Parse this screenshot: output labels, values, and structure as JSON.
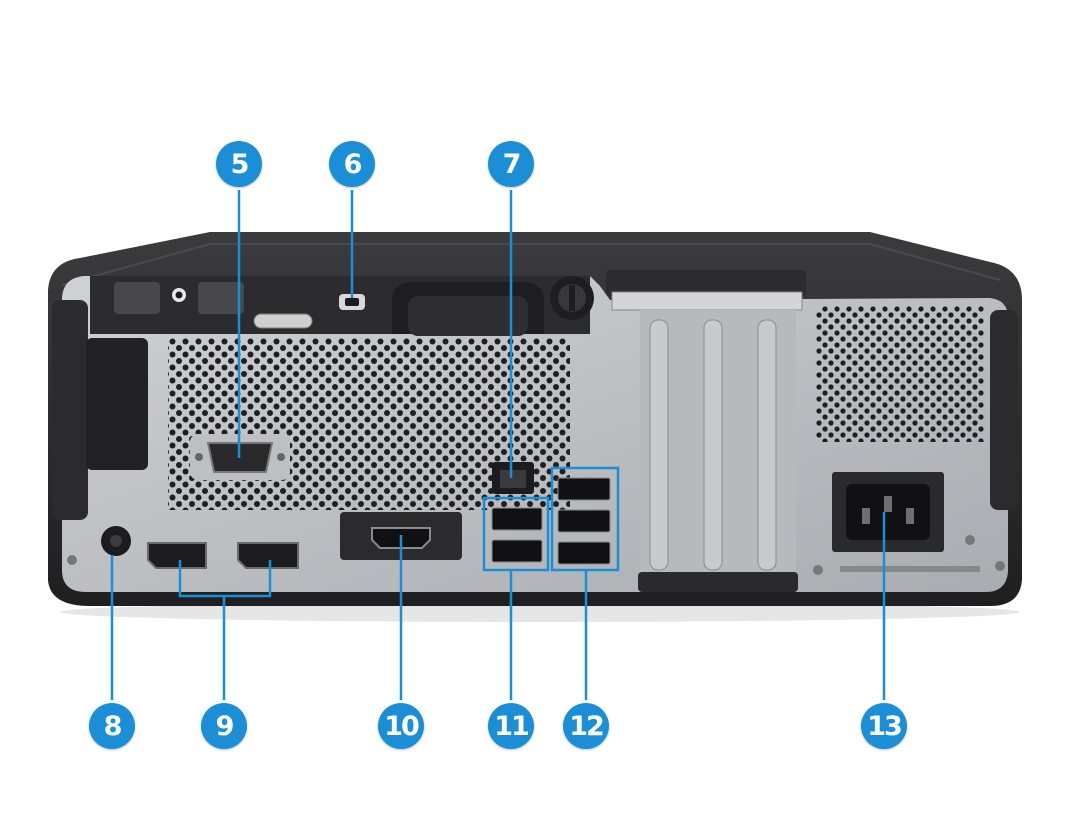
{
  "callouts": [
    {
      "id": "5",
      "label": "5",
      "target": "serial-port"
    },
    {
      "id": "6",
      "label": "6",
      "target": "security-lock-slot"
    },
    {
      "id": "7",
      "label": "7",
      "target": "rj45-network-jack"
    },
    {
      "id": "8",
      "label": "8",
      "target": "power-connector-dc"
    },
    {
      "id": "9",
      "label": "9",
      "target": "displayport-connectors"
    },
    {
      "id": "10",
      "label": "10",
      "target": "hdmi-port"
    },
    {
      "id": "11",
      "label": "11",
      "target": "usb-ports-left"
    },
    {
      "id": "12",
      "label": "12",
      "target": "usb-ports-right"
    },
    {
      "id": "13",
      "label": "13",
      "target": "ac-power-connector"
    }
  ],
  "colors": {
    "callout": "#1a8fd8",
    "chassis": "#2b2b2d",
    "panel": "#b9bbbe",
    "port": "#1c1c1e"
  }
}
